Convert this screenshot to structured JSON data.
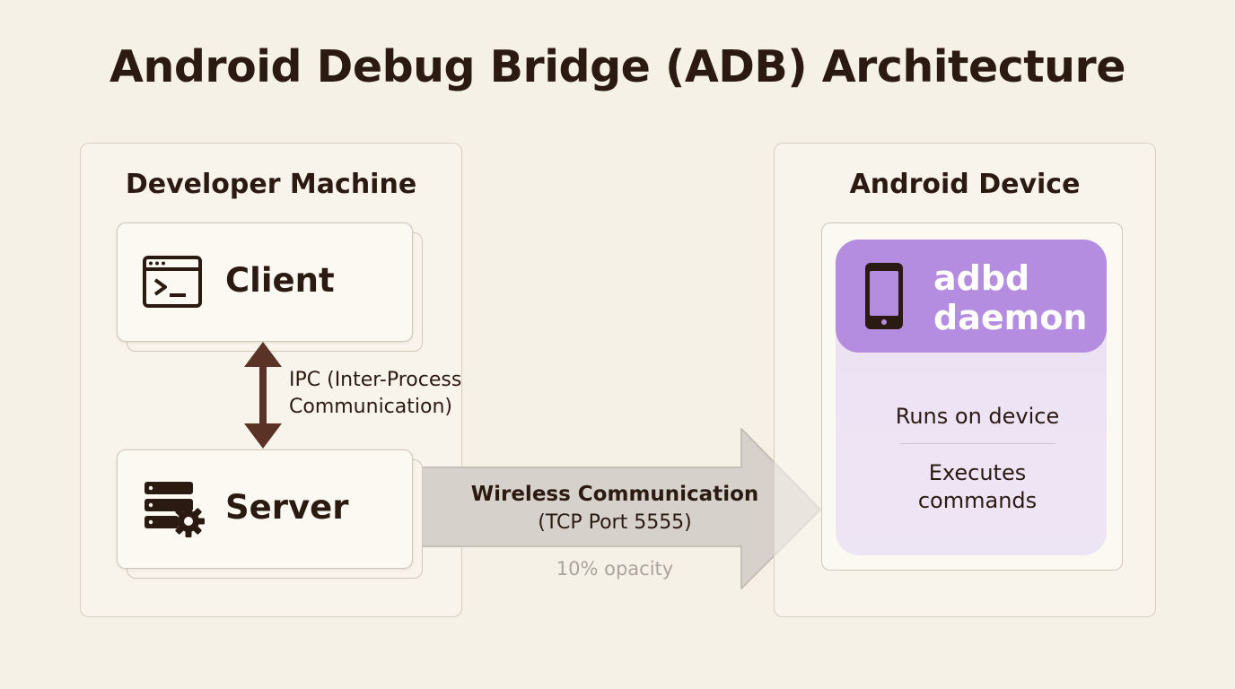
{
  "title": "Android Debug Bridge (ADB) Architecture",
  "developer_machine": {
    "title": "Developer Machine",
    "client_label": "Client",
    "server_label": "Server",
    "ipc_label_line1": "IPC (Inter-Process",
    "ipc_label_line2": "Communication)"
  },
  "connection": {
    "title": "Wireless Communication",
    "subtitle": "(TCP Port 5555)",
    "note": "10% opacity"
  },
  "android_device": {
    "title": "Android Device",
    "daemon_line1": "adbd",
    "daemon_line2": "daemon",
    "detail1": "Runs on device",
    "detail2_line1": "Executes",
    "detail2_line2": "commands"
  },
  "colors": {
    "background": "#f6f1e6",
    "text_dark": "#2b1a12",
    "arrow_brown": "#5a3326",
    "daemon_purple": "#b48ce0",
    "daemon_body": "#ece1f3",
    "wireless_arrow": "#d6d1ca"
  },
  "icons": {
    "client": "terminal-icon",
    "server": "server-gear-icon",
    "daemon": "smartphone-icon"
  }
}
